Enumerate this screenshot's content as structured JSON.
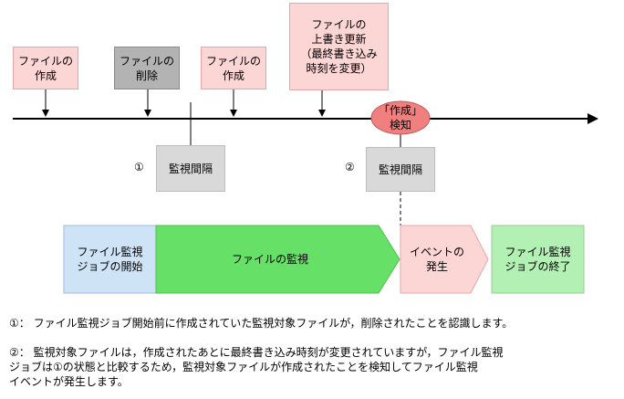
{
  "events": {
    "create1": "ファイルの\n作成",
    "delete": "ファイルの\n削除",
    "create2": "ファイルの\n作成",
    "update": "ファイルの\n上書き更新\n（最終書き込み\n時刻を変更）",
    "detect": "「作成」\n検知"
  },
  "intervals": {
    "mark1": "①",
    "label1": "監視間隔",
    "mark2": "②",
    "label2": "監視間隔"
  },
  "flow": {
    "start": "ファイル監視\nジョブの開始",
    "monitor": "ファイルの監視",
    "event": "イベントの\n発生",
    "end": "ファイル監視\nジョブの終了"
  },
  "notes": {
    "note1": "①：  ファイル監視ジョブ開始前に作成されていた監視対象ファイルが，削除されたことを認識します。",
    "note2": "②：  監視対象ファイルは，作成されたあとに最終書き込み時刻が変更されていますが，ファイル監視\n       ジョブは①の状態と比較するため，監視対象ファイルが作成されたことを検知してファイル監視\n       イベントが発生します。"
  },
  "colors": {
    "pink_box": "#fcd5d5",
    "deleted_box": "#b3b3b3",
    "interval_box": "#d9d9d9",
    "detect_oval": "#f08080",
    "start_box": "#cfe3f7",
    "monitor_arrow": "#66e066",
    "event_arrow": "#fcd5d5",
    "end_box": "#b3f0b3"
  }
}
